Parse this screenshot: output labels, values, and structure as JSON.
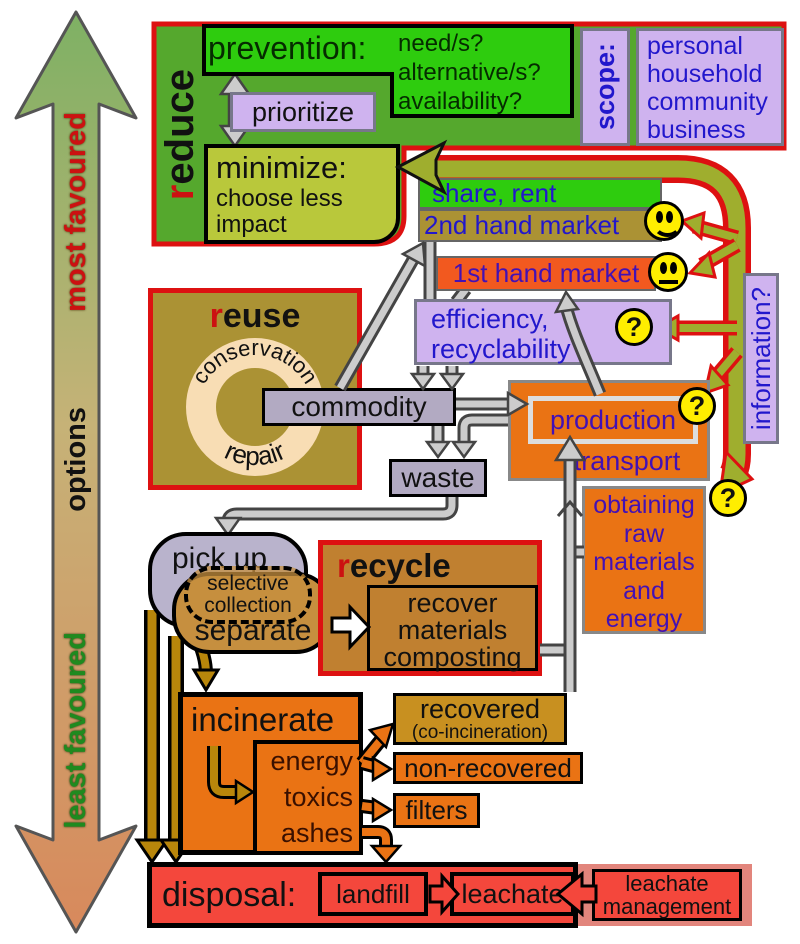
{
  "colors": {
    "red_border": "#dd1111",
    "bright_green": "#2ecc0e",
    "reduce_green": "#55a82d",
    "minimize_green": "#b9c83b",
    "lavender": "#cfb3ef",
    "olive_khaki": "#ab9234",
    "orange": "#ea7314",
    "orange_red": "#f2591f",
    "disposal_red": "#f4473c",
    "pink": "#e2857c",
    "recycle_tan": "#c08030",
    "separate_tan": "#c68f3f",
    "recovered_gold": "#c89020",
    "trunk_olive": "#9fae2e",
    "blue_text": "#2217cc",
    "purple_text": "#4311b5",
    "gray_pipe": "#cccccc",
    "brown_arrow": "#b8860b",
    "smiley_yellow": "#ffee00",
    "ring_cream": "#f8ddb4"
  },
  "favourability": {
    "most": "most favoured",
    "options": "options",
    "least": "least favoured"
  },
  "reduce": {
    "title_first": "r",
    "title_rest": "educe",
    "prevention": "prevention:",
    "questions": [
      "need/s?",
      "alternative/s?",
      "availability?"
    ],
    "prioritize": "prioritize",
    "minimize_title": "minimize:",
    "minimize_lines": [
      "choose less",
      "impact"
    ],
    "scope": "scope:",
    "scope_items": [
      "personal",
      "household",
      "community",
      "business"
    ]
  },
  "markets": {
    "share_rent": "share, rent",
    "second_hand": "2nd hand market",
    "first_hand": "1st hand market",
    "efficiency_lines": [
      "efficiency,",
      "recyclability"
    ]
  },
  "information": {
    "label": "information?",
    "question_mark": "?"
  },
  "reuse": {
    "title_first": "r",
    "title_rest": "euse",
    "ring_top": "conservation",
    "ring_bottom": "repair"
  },
  "flow": {
    "commodity": "commodity",
    "waste": "waste",
    "production": "production",
    "transport": "transport",
    "obtaining_lines": [
      "obtaining",
      "raw",
      "materials",
      "and",
      "energy"
    ]
  },
  "collection": {
    "pick_up": "pick up",
    "selective_lines": [
      "selective",
      "collection"
    ],
    "separate": "separate"
  },
  "recycle": {
    "title_first": "r",
    "title_rest": "ecycle",
    "recover_lines": [
      "recover",
      "materials",
      "composting"
    ]
  },
  "incinerate": {
    "title": "incinerate",
    "outputs": [
      "energy",
      "toxics",
      "ashes"
    ],
    "recovered": "recovered",
    "recovered_note": "(co-incineration)",
    "non_recovered": "non-recovered",
    "filters": "filters"
  },
  "disposal": {
    "title": "disposal:",
    "landfill": "landfill",
    "leachate": "leachate",
    "management_lines": [
      "leachate",
      "management"
    ]
  }
}
